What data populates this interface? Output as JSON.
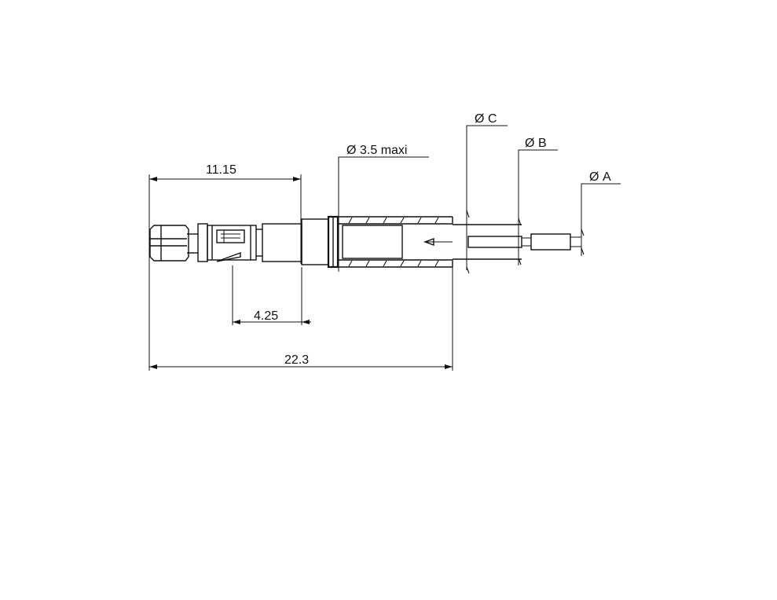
{
  "diameter_symbol": "Ø",
  "labels": {
    "len_front": "11.15",
    "len_total": "22.3",
    "len_mid": "4.25",
    "max_dia": "3.5 maxi",
    "dia_c": "C",
    "dia_b": "B",
    "dia_a": "A"
  }
}
